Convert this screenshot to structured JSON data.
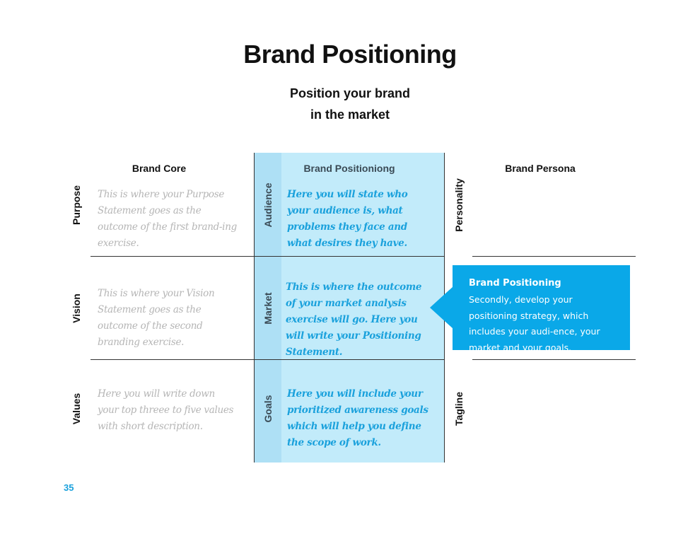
{
  "page": {
    "title": "Brand Positioning",
    "subtitle_line1": "Position your brand",
    "subtitle_line2": "in the market",
    "page_number": "35"
  },
  "columns": {
    "brand_core": "Brand Core",
    "brand_positioning": "Brand Positioniong",
    "brand_persona": "Brand Persona"
  },
  "brand_core": {
    "rows": [
      {
        "label": "Purpose",
        "text": "This is where your Purpose Statement goes as the outcome of the first brand-ing exercise."
      },
      {
        "label": "Vision",
        "text": "This is where your Vision Statement goes as the outcome of the second branding exercise."
      },
      {
        "label": "Values",
        "text": "Here you will write down your top threee to five values with short description."
      }
    ]
  },
  "brand_positioning": {
    "rows": [
      {
        "label": "Audience",
        "text": "Here you will state who your audience is, what problems they face and what desires they have."
      },
      {
        "label": "Market",
        "text": "This is where the outcome of your market analysis exercise will go. Here you will write your Positioning Statement."
      },
      {
        "label": "Goals",
        "text": "Here you will include your prioritized awareness goals which will help you define the scope of work."
      }
    ]
  },
  "brand_persona": {
    "labels": [
      "Personality",
      "Tagline"
    ]
  },
  "callout": {
    "title": "Brand Positioning",
    "body": "Secondly, develop your positioning strategy, which includes your audi-ence, your market and your goals."
  },
  "colors": {
    "accent_blue": "#0aa8e8",
    "band_light": "#c2ebfa",
    "band_label": "#aee0f5",
    "handwriting_blue": "#1aa1dc",
    "handwriting_grey": "#b5b5b5"
  }
}
